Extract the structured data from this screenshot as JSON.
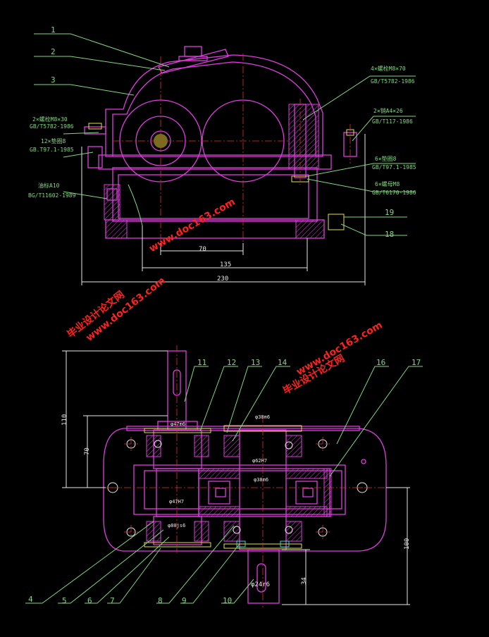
{
  "part_numbers_top": [
    "1",
    "2",
    "3"
  ],
  "part_numbers_right_top": [
    "19",
    "18"
  ],
  "part_numbers_bottom_top": [
    "11",
    "12",
    "13",
    "14",
    "16",
    "17"
  ],
  "part_numbers_bottom": [
    "4",
    "5",
    "6",
    "7",
    "8",
    "9",
    "10"
  ],
  "annotations_left": [
    {
      "line1": "2×螺栓M8×30",
      "line2": "GB/T5782-1986"
    },
    {
      "line1": "12×垫圈8",
      "line2": "GB.T97.1-1985"
    },
    {
      "line1": "油标A10",
      "line2": "BG/T11602-1989"
    }
  ],
  "annotations_right": [
    {
      "line1": "4×螺栓M8×70",
      "line2": "GB/T5782-1986"
    },
    {
      "line1": "2×销A4×26",
      "line2": "GB/T117-1986"
    },
    {
      "line1": "6×垫圈8",
      "line2": "GB/T97.1-1985"
    },
    {
      "line1": "6×螺母M8",
      "line2": "GB/T6170-1986"
    }
  ],
  "dims_top": {
    "d70": "70",
    "d135": "135",
    "d230": "230"
  },
  "dims_bottom": {
    "d110": "110",
    "d70": "70",
    "d100": "100",
    "d34": "34"
  },
  "fits": {
    "f1": "φ47m6",
    "f2": "φ38m6",
    "f3": "φ62H7",
    "f4": "φ38m6",
    "f5": "φ47H7",
    "f6": "φ80js6",
    "f7": "φ24r6"
  },
  "watermarks": [
    {
      "line1": "毕业设计论文网",
      "line2": "www.doc163.com"
    },
    {
      "line1": "毕业设计论文网",
      "line2": "www.doc163.com"
    }
  ],
  "colors": {
    "background": "#000000",
    "outline": "#e03ce0",
    "leader": "#7fd87f",
    "centerline": "#e03030",
    "watermark": "#ff2020"
  }
}
